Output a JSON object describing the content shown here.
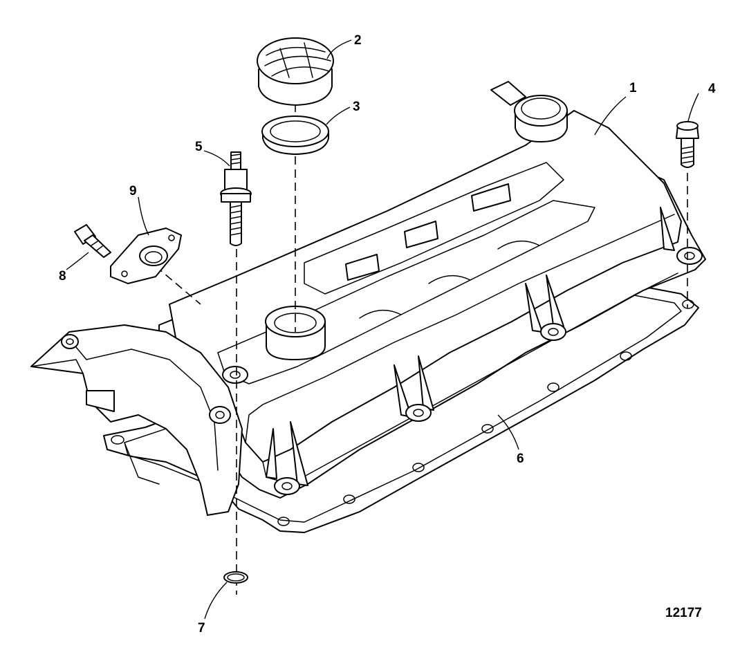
{
  "diagram": {
    "callouts": [
      {
        "id": "1",
        "text": "1"
      },
      {
        "id": "2",
        "text": "2"
      },
      {
        "id": "3",
        "text": "3"
      },
      {
        "id": "4",
        "text": "4"
      },
      {
        "id": "5",
        "text": "5"
      },
      {
        "id": "6",
        "text": "6"
      },
      {
        "id": "7",
        "text": "7"
      },
      {
        "id": "8",
        "text": "8"
      },
      {
        "id": "9",
        "text": "9"
      }
    ],
    "figure_number": "12177",
    "colors": {
      "line": "#000000",
      "background": "#ffffff"
    }
  }
}
